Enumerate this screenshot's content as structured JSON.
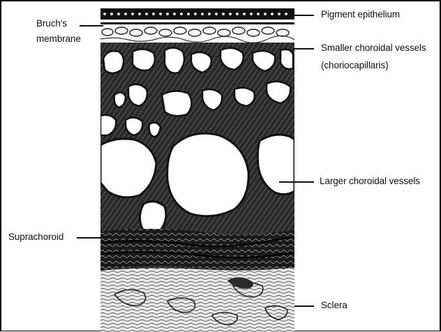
{
  "figure": {
    "labels": {
      "bruchs_line1": "Bruch's",
      "bruchs_line2": "membrane",
      "pigment_epithelium": "Pigment epithelium",
      "smaller_vessels_line1": "Smaller choroidal vessels",
      "smaller_vessels_line2": "(choriocapillaris)",
      "larger_vessels": "Larger choroidal vessels",
      "suprachoroid": "Suprachoroid",
      "sclera": "Sclera"
    },
    "colors": {
      "ink": "#111111",
      "paper": "#ffffff",
      "background": "#ffffff"
    }
  }
}
